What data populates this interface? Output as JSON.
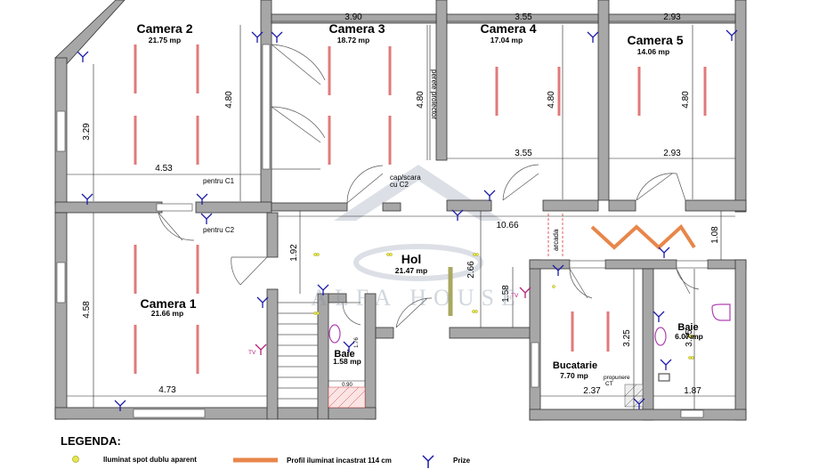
{
  "rooms": {
    "c2": {
      "name": "Camera 2",
      "area": "21.75 mp"
    },
    "c3": {
      "name": "Camera 3",
      "area": "18.72 mp"
    },
    "c4": {
      "name": "Camera 4",
      "area": "17.04 mp"
    },
    "c5": {
      "name": "Camera 5",
      "area": "14.06 mp"
    },
    "c1": {
      "name": "Camera 1",
      "area": "21.66 mp"
    },
    "hol": {
      "name": "Hol",
      "area": "21.47 mp"
    },
    "baie1": {
      "name": "Baie",
      "area": "1.58 mp"
    },
    "baie2": {
      "name": "Baie",
      "area": "6.07 mp"
    },
    "buc": {
      "name": "Bucatarie",
      "area": "7.70 mp"
    }
  },
  "dims": {
    "d390": "3.90",
    "d355t": "3.55",
    "d293t": "2.93",
    "d480a": "4.80",
    "d480b": "4.80",
    "d480c": "4.80",
    "d480d": "4.80",
    "d329": "3.29",
    "d453": "4.53",
    "d355b": "3.55",
    "d293b": "2.93",
    "d1066": "10.66",
    "d108": "1.08",
    "d192": "1.92",
    "d266": "2.66",
    "d158": "1.58",
    "d458": "4.58",
    "d473": "4.73",
    "d325a": "3.25",
    "d325b": "3.25",
    "d237": "2.37",
    "d187": "1.87",
    "d176": "1.76",
    "d090": "0.90"
  },
  "notes": {
    "pentru_c1": "pentru C1",
    "pentru_c2": "pentru C2",
    "perete": "perete proiector",
    "cap1": "cap/scara",
    "cap2": "cu C2",
    "arcada": "arcada",
    "propunere1": "propunere",
    "propunere2": "CT",
    "tv1": "TV",
    "tv2": "TV"
  },
  "watermark": "ALFA HOUSE",
  "legend": {
    "title": "LEGENDA:",
    "spot": "Iluminat spot dublu aparent",
    "profil": "Profil iluminat incastrat 114 cm",
    "prize": "Prize"
  },
  "colors": {
    "wall": "#a7a7a7",
    "led_profile": "#e07a7a",
    "legend_profile": "#e8864a",
    "socket": "#1a1aa8",
    "spot": "#e6e650",
    "tv": "#b0207a",
    "sink": "#b040b0"
  }
}
